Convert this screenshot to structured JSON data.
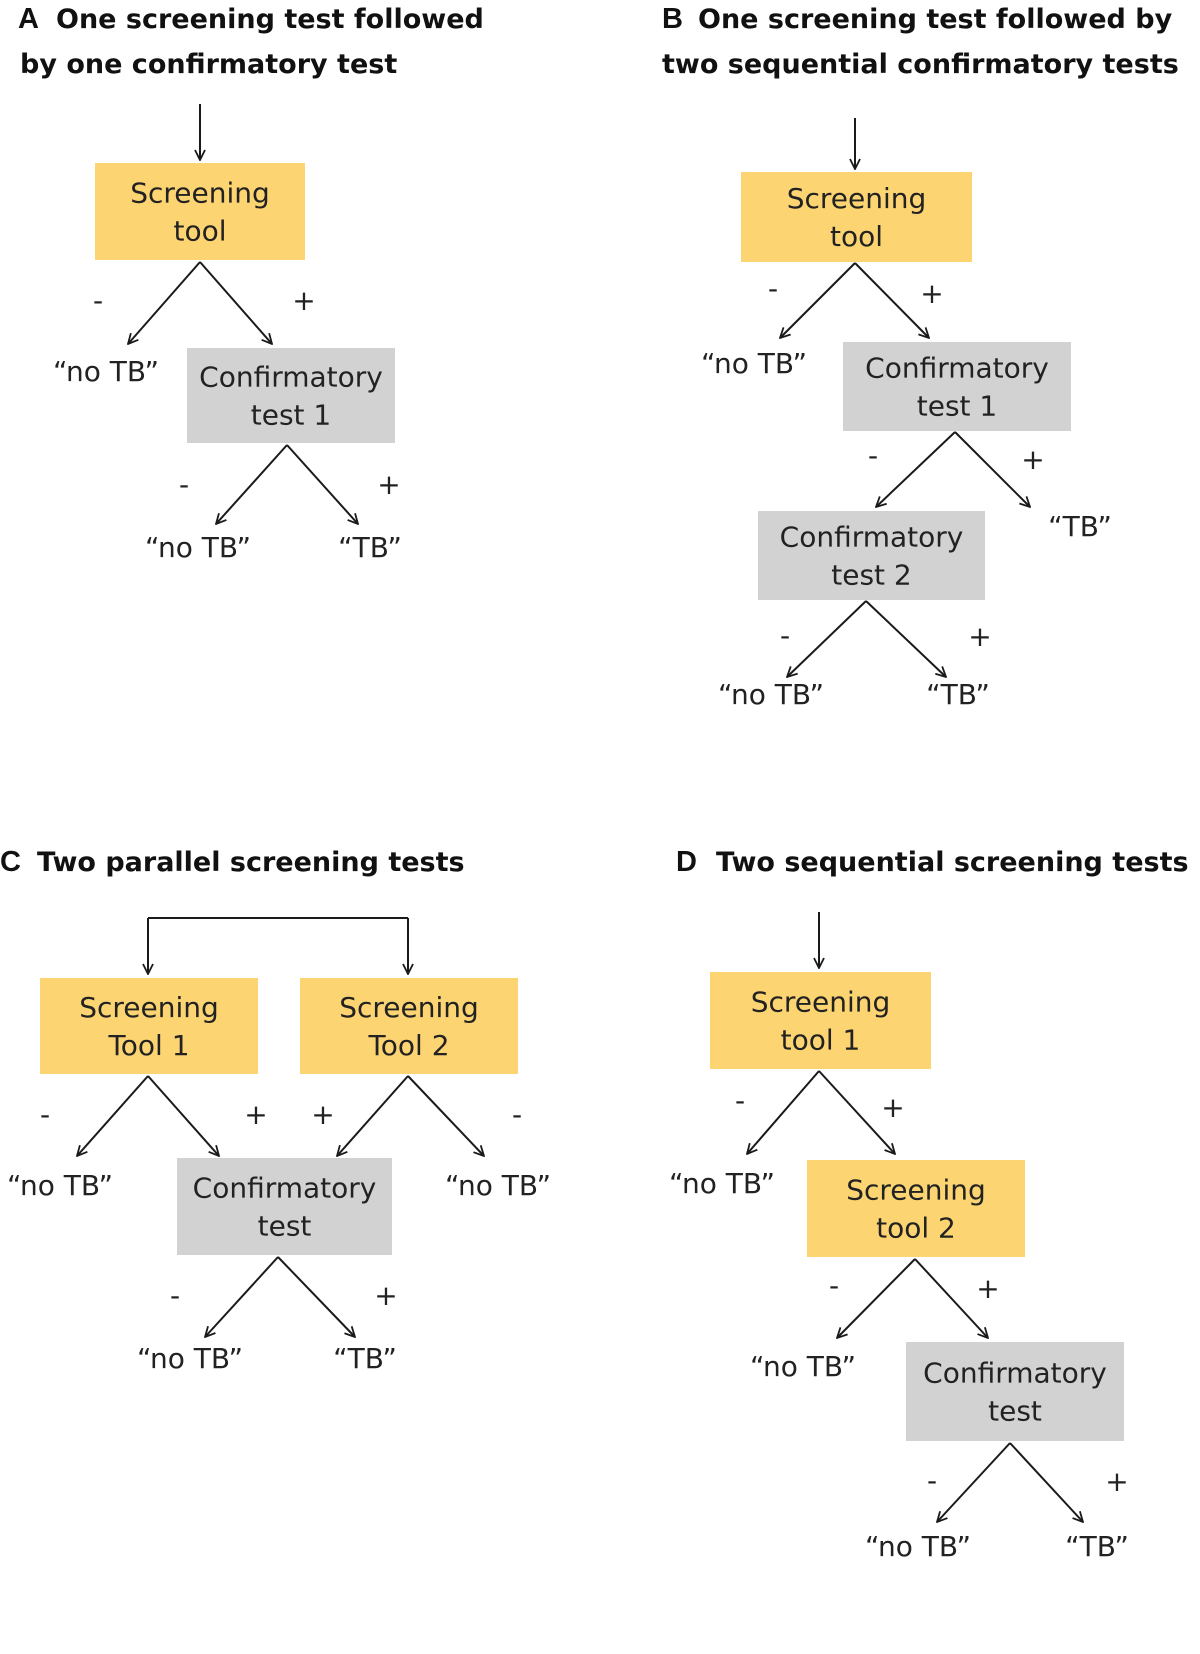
{
  "colors": {
    "screening_box": "#FDD472",
    "confirmatory_box": "#D2D2D2",
    "line": "#1a1a1a"
  },
  "panels": [
    {
      "id": "A",
      "letter": "A",
      "title_lines": [
        "One screening test followed",
        "by one confirmatory test"
      ],
      "boxes": [
        {
          "id": "a-screen",
          "kind": "screening",
          "lines": [
            "Screening",
            "tool"
          ]
        },
        {
          "id": "a-conf1",
          "kind": "confirmatory",
          "lines": [
            "Confirmatory",
            "test 1"
          ]
        }
      ],
      "outcomes": [
        {
          "id": "a-out1",
          "text": "“no TB”"
        },
        {
          "id": "a-out2",
          "text": "“no TB”"
        },
        {
          "id": "a-out3",
          "text": "“TB”"
        }
      ],
      "signs": [
        {
          "id": "a-s1",
          "text": "-"
        },
        {
          "id": "a-s2",
          "text": "+"
        },
        {
          "id": "a-s3",
          "text": "-"
        },
        {
          "id": "a-s4",
          "text": "+"
        }
      ]
    },
    {
      "id": "B",
      "letter": "B",
      "title_lines": [
        "One screening test followed by",
        "two sequential confirmatory tests"
      ],
      "boxes": [
        {
          "id": "b-screen",
          "kind": "screening",
          "lines": [
            "Screening",
            "tool"
          ]
        },
        {
          "id": "b-conf1",
          "kind": "confirmatory",
          "lines": [
            "Confirmatory",
            "test 1"
          ]
        },
        {
          "id": "b-conf2",
          "kind": "confirmatory",
          "lines": [
            "Confirmatory",
            "test 2"
          ]
        }
      ],
      "outcomes": [
        {
          "id": "b-out1",
          "text": "“no TB”"
        },
        {
          "id": "b-out2",
          "text": "“TB”"
        },
        {
          "id": "b-out3",
          "text": "“no TB”"
        },
        {
          "id": "b-out4",
          "text": "“TB”"
        }
      ],
      "signs": [
        {
          "id": "b-s1",
          "text": "-"
        },
        {
          "id": "b-s2",
          "text": "+"
        },
        {
          "id": "b-s3",
          "text": "-"
        },
        {
          "id": "b-s4",
          "text": "+"
        },
        {
          "id": "b-s5",
          "text": "-"
        },
        {
          "id": "b-s6",
          "text": "+"
        }
      ]
    },
    {
      "id": "C",
      "letter": "C",
      "title_lines": [
        "Two parallel screening tests"
      ],
      "boxes": [
        {
          "id": "c-screen1",
          "kind": "screening",
          "lines": [
            "Screening",
            "Tool 1"
          ]
        },
        {
          "id": "c-screen2",
          "kind": "screening",
          "lines": [
            "Screening",
            "Tool 2"
          ]
        },
        {
          "id": "c-conf",
          "kind": "confirmatory",
          "lines": [
            "Confirmatory",
            "test"
          ]
        }
      ],
      "outcomes": [
        {
          "id": "c-out1",
          "text": "“no TB”"
        },
        {
          "id": "c-out2",
          "text": "“no TB”"
        },
        {
          "id": "c-out3",
          "text": "“no TB”"
        },
        {
          "id": "c-out4",
          "text": "“TB”"
        }
      ],
      "signs": [
        {
          "id": "c-s1",
          "text": "-"
        },
        {
          "id": "c-s2",
          "text": "+"
        },
        {
          "id": "c-s3",
          "text": "+"
        },
        {
          "id": "c-s4",
          "text": "-"
        },
        {
          "id": "c-s5",
          "text": "-"
        },
        {
          "id": "c-s6",
          "text": "+"
        }
      ]
    },
    {
      "id": "D",
      "letter": "D",
      "title_lines": [
        "Two sequential screening tests"
      ],
      "boxes": [
        {
          "id": "d-screen1",
          "kind": "screening",
          "lines": [
            "Screening",
            "tool 1"
          ]
        },
        {
          "id": "d-screen2",
          "kind": "screening",
          "lines": [
            "Screening",
            "tool 2"
          ]
        },
        {
          "id": "d-conf",
          "kind": "confirmatory",
          "lines": [
            "Confirmatory",
            "test"
          ]
        }
      ],
      "outcomes": [
        {
          "id": "d-out1",
          "text": "“no TB”"
        },
        {
          "id": "d-out2",
          "text": "“no TB”"
        },
        {
          "id": "d-out3",
          "text": "“no TB”"
        },
        {
          "id": "d-out4",
          "text": "“TB”"
        }
      ],
      "signs": [
        {
          "id": "d-s1",
          "text": "-"
        },
        {
          "id": "d-s2",
          "text": "+"
        },
        {
          "id": "d-s3",
          "text": "-"
        },
        {
          "id": "d-s4",
          "text": "+"
        },
        {
          "id": "d-s5",
          "text": "-"
        },
        {
          "id": "d-s6",
          "text": "+"
        }
      ]
    }
  ]
}
